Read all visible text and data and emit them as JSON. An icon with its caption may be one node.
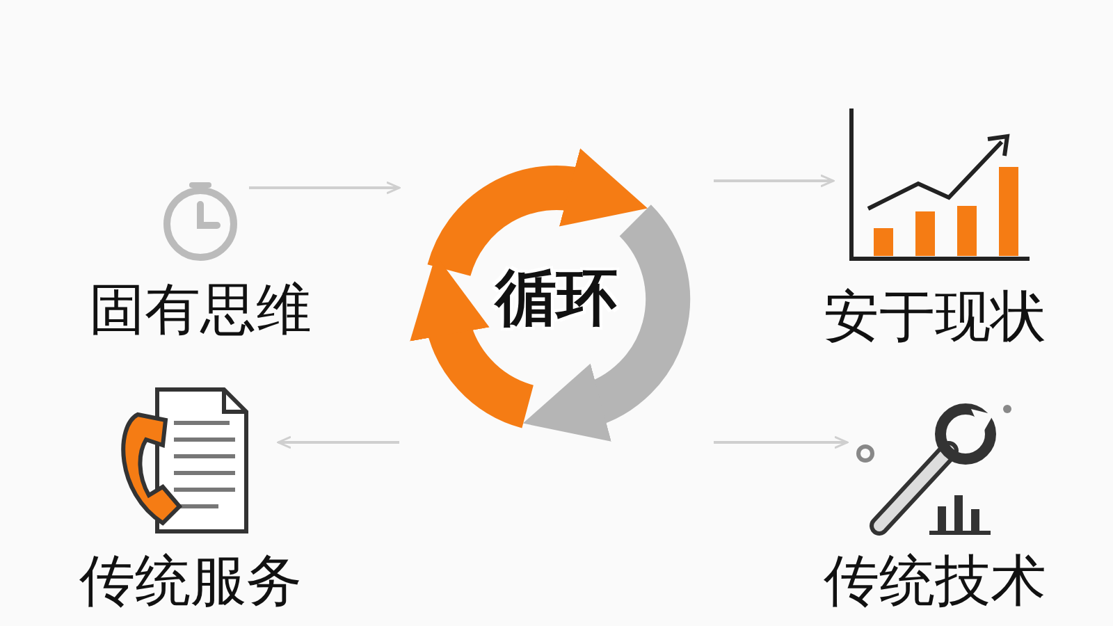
{
  "diagram": {
    "nodes": [
      {
        "text": [
          "固有思维"
        ]
      },
      {
        "text": [
          "循环"
        ]
      },
      {
        "text": [
          "安于现状"
        ]
      },
      {
        "text": [
          "传统服务"
        ]
      },
      {
        "text": [
          "传统技术"
        ]
      }
    ],
    "edges": [
      {
        "from": 0,
        "to": 1,
        "arrow": "to"
      },
      {
        "from": 1,
        "to": 2,
        "arrow": "to"
      },
      {
        "from": 1,
        "to": 3,
        "arrow": "to"
      },
      {
        "from": 1,
        "to": 4,
        "arrow": "to"
      }
    ]
  }
}
